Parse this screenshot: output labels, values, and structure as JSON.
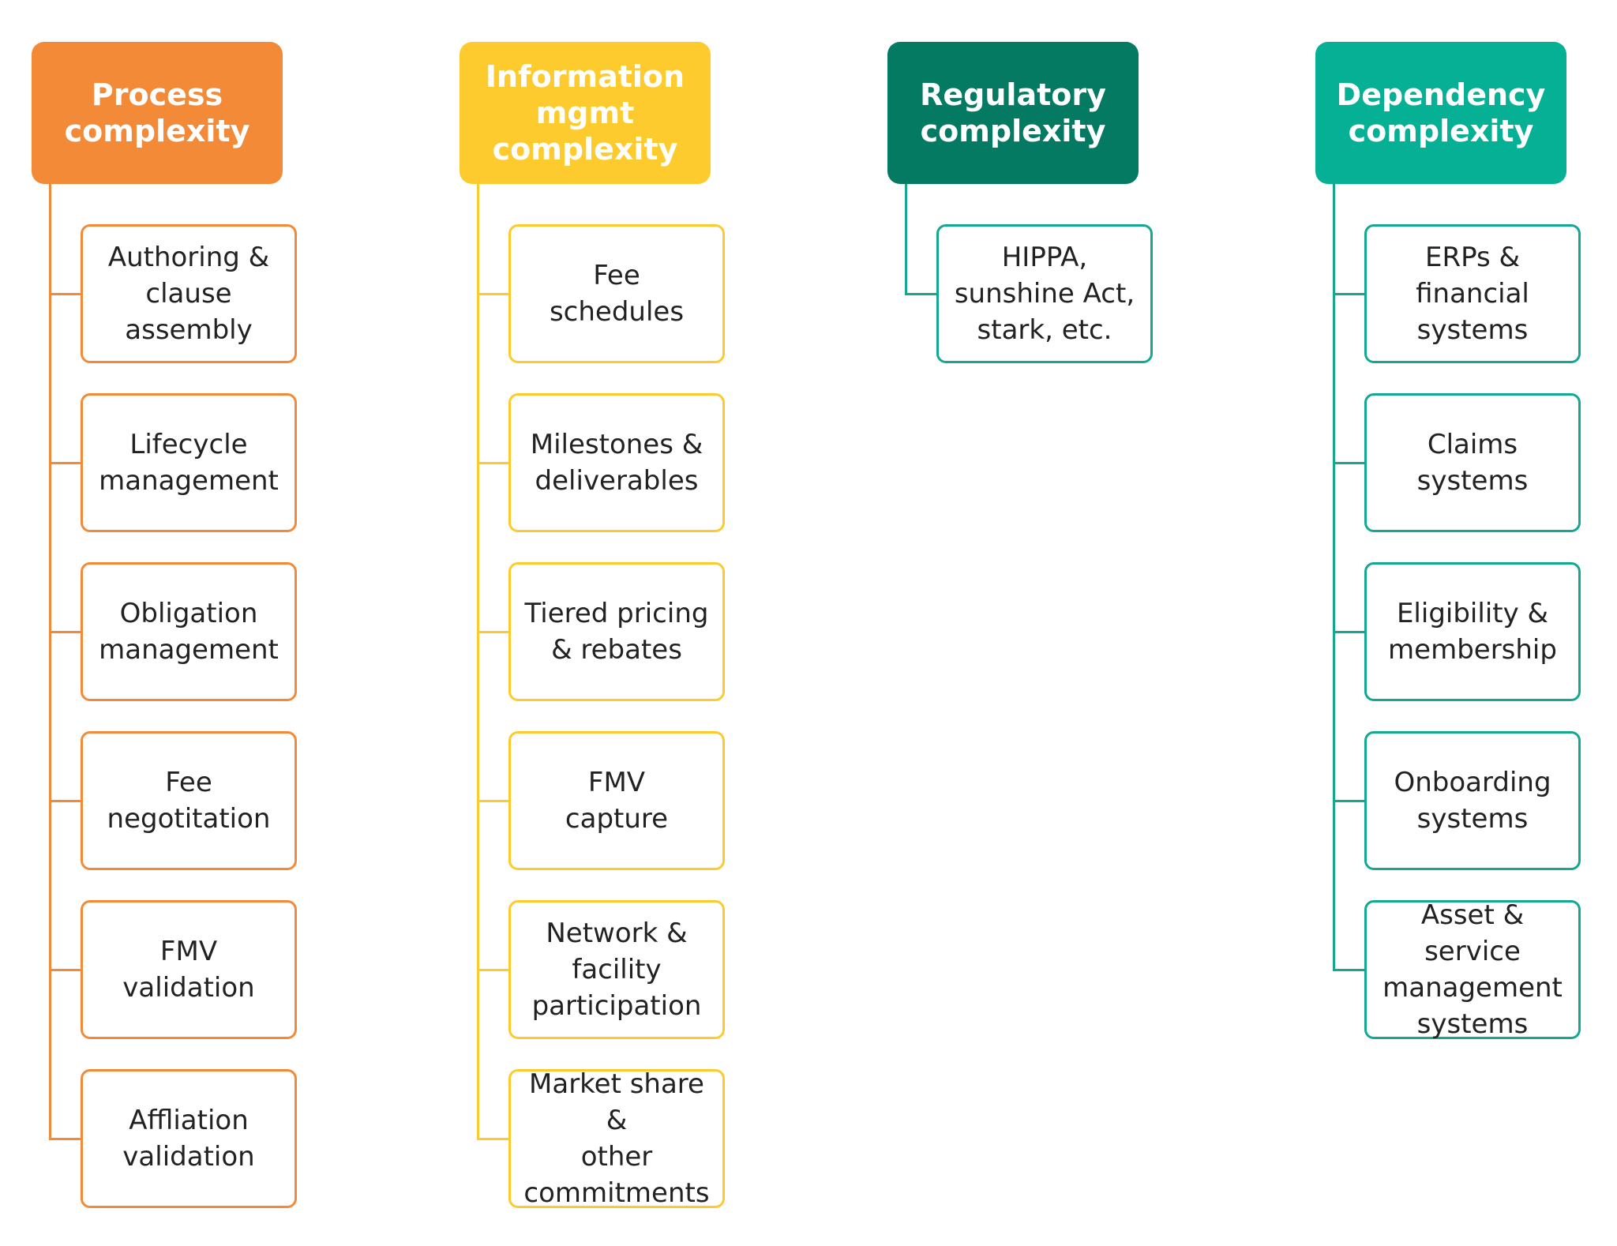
{
  "columns": [
    {
      "title": "Process\ncomplexity",
      "header_color": "#F28A38",
      "line_color": "#F28A38",
      "items": [
        "Authoring &\nclause\nassembly",
        "Lifecycle\nmanagement",
        "Obligation\nmanagement",
        "Fee\nnegotitation",
        "FMV\nvalidation",
        "Affliation\nvalidation"
      ]
    },
    {
      "title": "Information\nmgmt\ncomplexity",
      "header_color": "#FDCB2E",
      "line_color": "#FDCB2E",
      "items": [
        "Fee\nschedules",
        "Milestones &\ndeliverables",
        "Tiered pricing\n& rebates",
        "FMV\ncapture",
        "Network &\nfacility\nparticipation",
        "Market share &\nother\ncommitments"
      ]
    },
    {
      "title": "Regulatory\ncomplexity",
      "header_color": "#047A62",
      "line_color": "#14A893",
      "items": [
        "HIPPA,\nsunshine Act,\nstark, etc."
      ]
    },
    {
      "title": "Dependency\ncomplexity",
      "header_color": "#06B095",
      "line_color": "#14A893",
      "items": [
        "ERPs &\nfinancial\nsystems",
        "Claims\nsystems",
        "Eligibility &\nmembership",
        "Onboarding\nsystems",
        "Asset & service\nmanagement\nsystems"
      ]
    }
  ]
}
